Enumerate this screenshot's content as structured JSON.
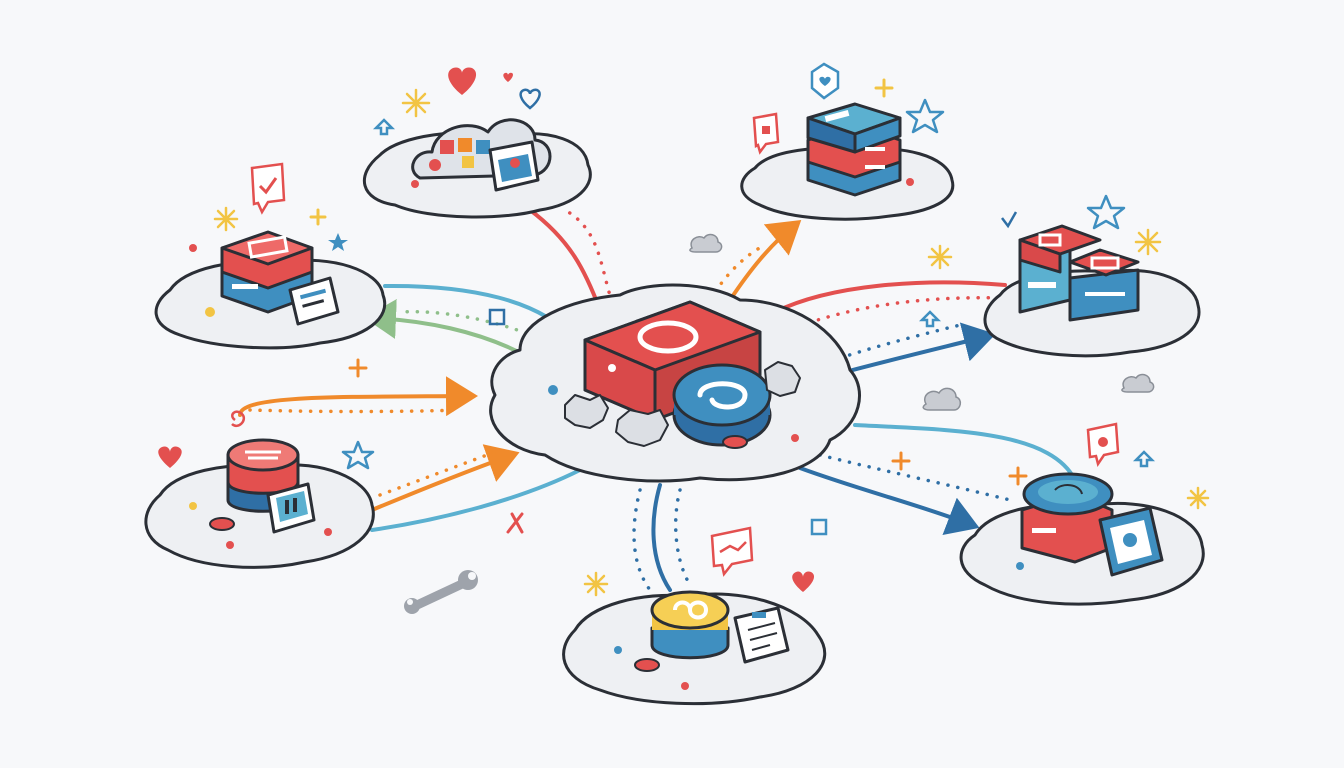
{
  "colors": {
    "background": "#f7f8fa",
    "cloud_fill": "#eef0f3",
    "outline": "#2b2f36",
    "red": "#e3504f",
    "blue": "#3f8fc0",
    "dark_blue": "#2f6fa5",
    "light_blue": "#5bb0d0",
    "orange": "#f08a2b",
    "green": "#8fbf8a",
    "yellow": "#f2c443",
    "gray": "#c9ccd2"
  },
  "hub": {
    "icons": [
      "red-box-icon",
      "blue-coin-icon",
      "gear-icon"
    ]
  },
  "nodes": [
    {
      "id": "top-left",
      "icons": [
        "server-cloud-icon",
        "picture-card-icon"
      ]
    },
    {
      "id": "top-right",
      "icons": [
        "stacked-server-icon"
      ]
    },
    {
      "id": "left",
      "icons": [
        "red-server-icon",
        "document-card-icon"
      ]
    },
    {
      "id": "right",
      "icons": [
        "double-server-icon"
      ]
    },
    {
      "id": "bottom-left",
      "icons": [
        "cylinder-database-icon",
        "chart-card-icon"
      ]
    },
    {
      "id": "bottom-right",
      "icons": [
        "blue-cylinder-icon",
        "id-card-icon"
      ]
    },
    {
      "id": "bottom",
      "icons": [
        "yellow-cylinder-icon",
        "clipboard-icon"
      ]
    }
  ],
  "connections": [
    {
      "from": "hub",
      "to": "top-left",
      "color": "red",
      "style": "solid+dotted"
    },
    {
      "from": "hub",
      "to": "top-right",
      "color": "orange",
      "style": "arrow+dotted"
    },
    {
      "from": "left",
      "to": "hub",
      "color": "light_blue",
      "style": "solid"
    },
    {
      "from": "hub",
      "to": "left",
      "color": "green",
      "style": "arrow+dotted"
    },
    {
      "from": "hub",
      "to": "right",
      "color": "red",
      "style": "solid+dotted"
    },
    {
      "from": "hub",
      "to": "right",
      "color": "dark_blue",
      "style": "arrow+dotted"
    },
    {
      "from": "bottom-left",
      "to": "hub",
      "color": "orange",
      "style": "arrow+dotted"
    },
    {
      "from": "bottom-left",
      "to": "hub",
      "color": "light_blue",
      "style": "solid"
    },
    {
      "from": "hub",
      "to": "bottom-right",
      "color": "light_blue",
      "style": "solid"
    },
    {
      "from": "hub",
      "to": "bottom-right",
      "color": "dark_blue",
      "style": "arrow+dotted"
    },
    {
      "from": "hub",
      "to": "bottom",
      "color": "dark_blue",
      "style": "solid+dotted"
    }
  ],
  "decorations": [
    "heart-icon",
    "sparkle-icon",
    "star-icon",
    "plus-icon",
    "wrench-icon",
    "speech-bubble-icon",
    "small-cloud-icon"
  ]
}
